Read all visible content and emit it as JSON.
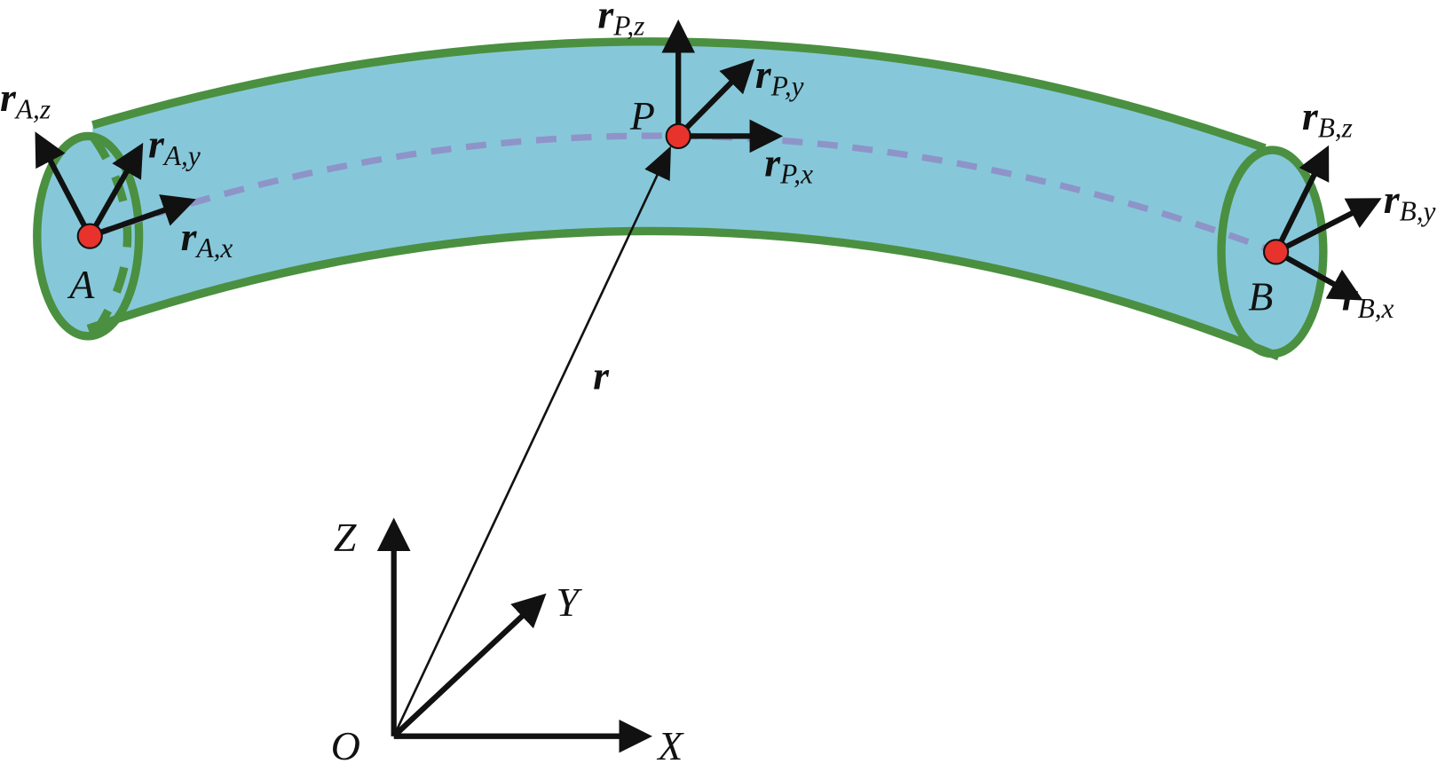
{
  "points": {
    "A": "A",
    "B": "B",
    "P": "P",
    "O": "O"
  },
  "global_axes": {
    "x": "X",
    "y": "Y",
    "z": "Z"
  },
  "position_vector": "r",
  "local_axes": {
    "A": {
      "x": [
        "r",
        "A,x"
      ],
      "y": [
        "r",
        "A,y"
      ],
      "z": [
        "r",
        "A,z"
      ]
    },
    "P": {
      "x": [
        "r",
        "P,x"
      ],
      "y": [
        "r",
        "P,y"
      ],
      "z": [
        "r",
        "P,z"
      ]
    },
    "B": {
      "x": [
        "r",
        "B,x"
      ],
      "y": [
        "r",
        "B,y"
      ],
      "z": [
        "r",
        "B,z"
      ]
    }
  },
  "colors": {
    "tube_fill": "#86c8da",
    "tube_edge": "#4a9040",
    "centerline": "#8e94c8",
    "point": "#e8322c",
    "arrow": "#111111"
  }
}
